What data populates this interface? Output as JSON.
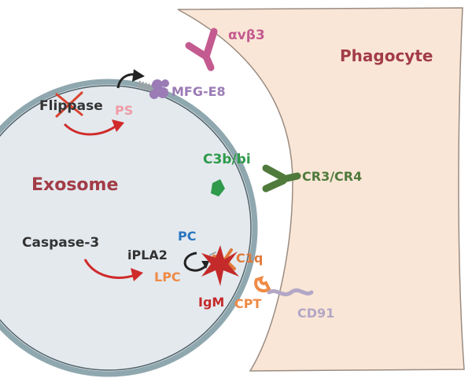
{
  "labels": {
    "phagocyte": "Phagocyte",
    "exosome": "Exosome",
    "avb3": "αvβ3",
    "mfge8": "MFG-E8",
    "flippase": "Flippase",
    "ps": "PS",
    "c3bbi": "C3b/bi",
    "cr3cr4": "CR3/CR4",
    "caspase3": "Caspase-3",
    "iplа2": "iPLA2",
    "pc": "PC",
    "lpc": "LPC",
    "c1q": "C1q",
    "igm": "IgM",
    "cpt": "CPT",
    "cd91": "CD91"
  },
  "colors": {
    "phagocyte_fill": "#fae6d6",
    "phagocyte_text": "#a23c46",
    "membrane": "#8fa7ae",
    "membrane_dark": "#4f6168",
    "exosome_fill": "#e4e9ee",
    "avb3": "#c45b90",
    "mfge8": "#9b7bb5",
    "flippase_text": "#333333",
    "ps": "#ef9ba4",
    "cross": "#d9432f",
    "arrow": "#cf2b2b",
    "c3bbi": "#2f9a4b",
    "cr3cr4": "#4f7a3c",
    "pc": "#2a76c0",
    "lpc": "#ef8a45",
    "c1q": "#e0793a",
    "igm": "#c42a2a",
    "cpt": "#ef8a45",
    "cd91": "#b3a7c6"
  }
}
